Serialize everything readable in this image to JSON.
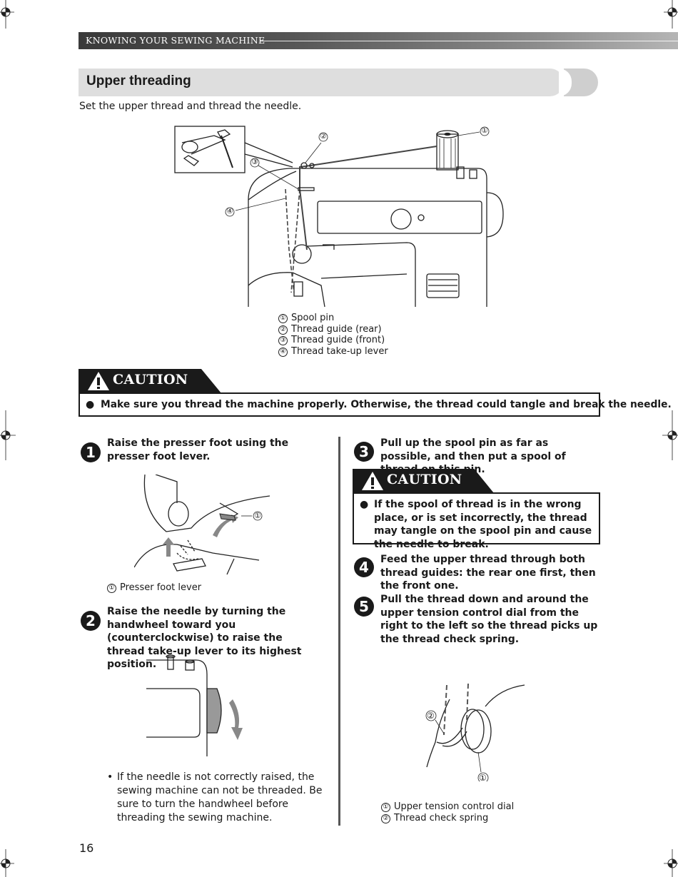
{
  "header": {
    "section": "KNOWING YOUR SEWING MACHINE"
  },
  "title": "Upper threading",
  "subtitle": "Set the upper thread and thread the needle.",
  "figure_main": {
    "callouts": [
      "①",
      "②",
      "③",
      "④"
    ],
    "legend": [
      {
        "num": "①",
        "text": "Spool pin"
      },
      {
        "num": "②",
        "text": "Thread guide (rear)"
      },
      {
        "num": "③",
        "text": "Thread guide (front)"
      },
      {
        "num": "④",
        "text": "Thread take-up lever"
      }
    ]
  },
  "caution1": {
    "label": "CAUTION",
    "bullet": "●",
    "text": "Make sure you thread the machine properly. Otherwise, the thread could tangle and break the needle."
  },
  "steps": [
    {
      "num": "1",
      "text": "Raise the presser foot using the presser foot lever."
    },
    {
      "num": "2",
      "text": "Raise the needle by turning the handwheel toward you (counterclockwise) to raise the thread take-up lever to its highest position."
    },
    {
      "num": "3",
      "text": "Pull up the spool pin as far as possible, and then put a spool of thread on this pin."
    },
    {
      "num": "4",
      "text": "Feed the upper thread through both thread guides: the rear one first, then the front one."
    },
    {
      "num": "5",
      "text": "Pull the thread down and around the upper tension control dial from the right to the left so the thread picks up the thread check spring."
    }
  ],
  "figure_presser": {
    "callout": "①",
    "legend": [
      {
        "num": "①",
        "text": "Presser foot lever"
      }
    ]
  },
  "note_step2": {
    "bullet": "•",
    "text": "If the needle is not correctly raised, the sewing machine can not be threaded. Be sure to turn the handwheel before threading the sewing machine."
  },
  "caution2": {
    "label": "CAUTION",
    "bullet": "●",
    "text": "If the spool of thread is in the wrong place, or is set incorrectly, the thread may tangle on the spool pin and cause the needle to break."
  },
  "figure_tension": {
    "callouts": [
      "①",
      "②"
    ],
    "legend": [
      {
        "num": "①",
        "text": "Upper tension control dial"
      },
      {
        "num": "②",
        "text": "Thread check spring"
      }
    ]
  },
  "page_number": "16"
}
